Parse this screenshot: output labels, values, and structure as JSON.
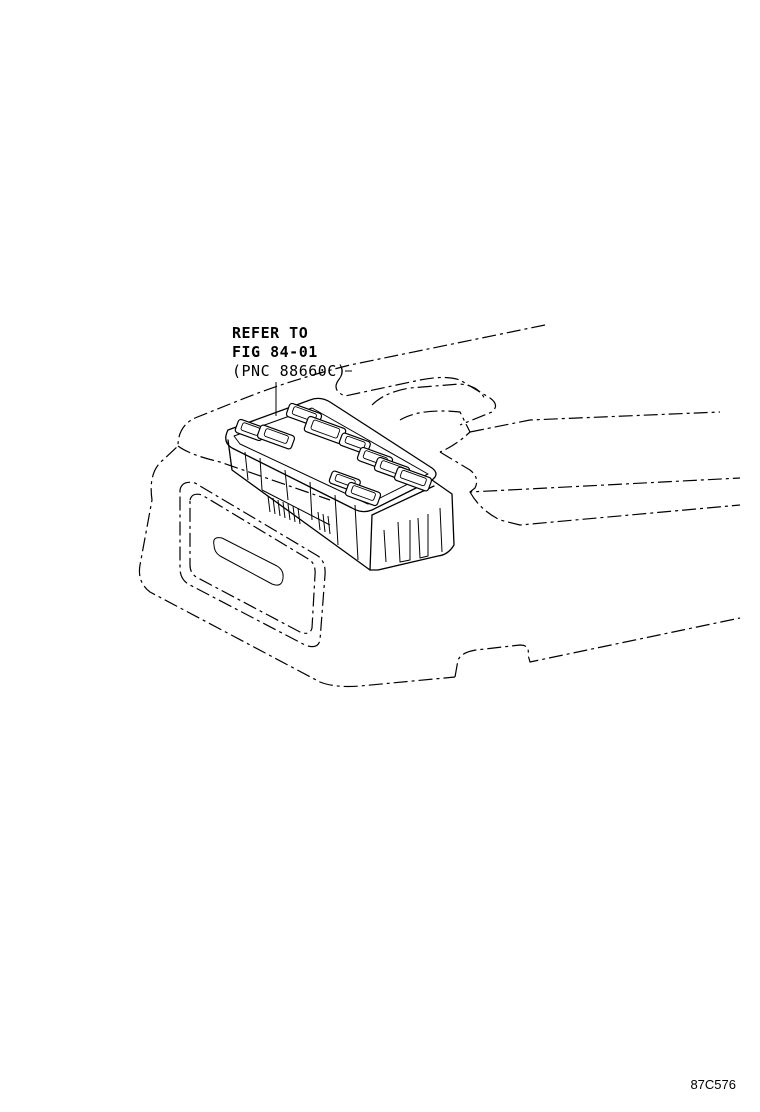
{
  "callout": {
    "line1": "REFER TO",
    "line2": "FIG 84-01",
    "line3": "(PNC 88660C)"
  },
  "illustration_code": "87C576"
}
